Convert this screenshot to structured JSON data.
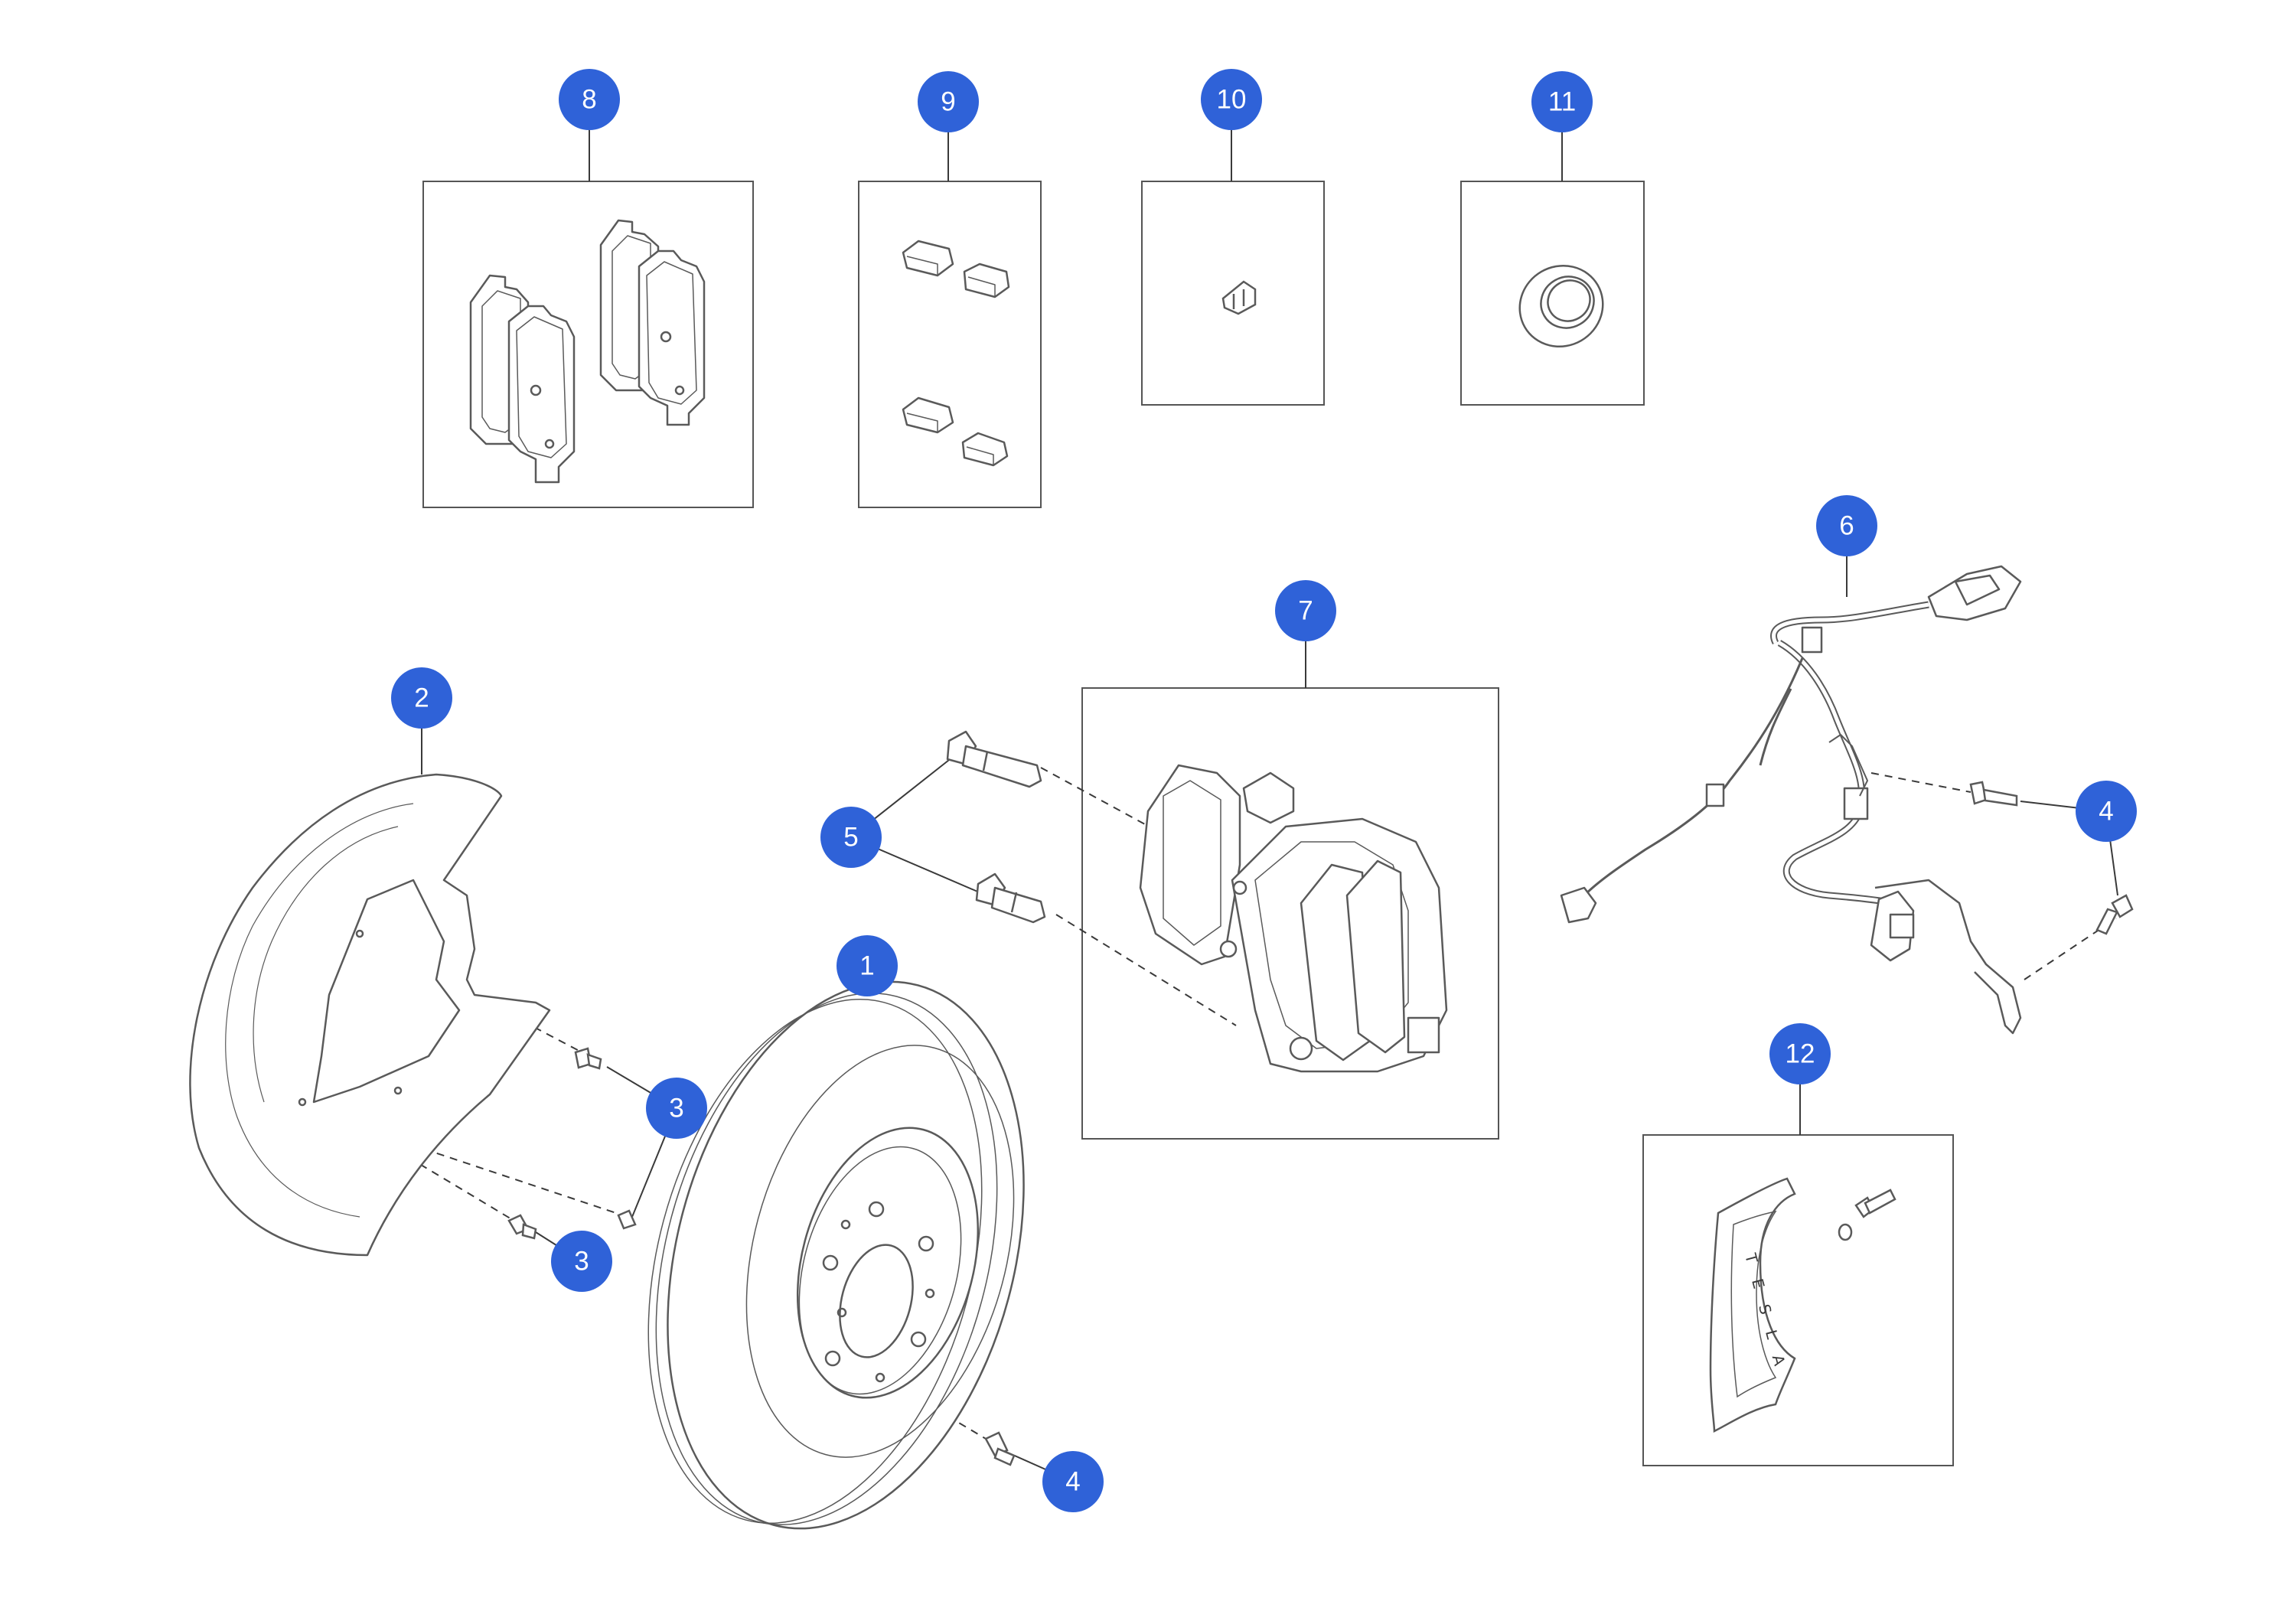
{
  "colors": {
    "callout_fill": "#2f62d8",
    "callout_text": "#ffffff",
    "line": "#3a3a3a",
    "part_stroke": "#5a5a5a",
    "box_stroke": "#555555"
  },
  "callouts": [
    {
      "id": "c8",
      "label": "8",
      "part": "brake-pad-set"
    },
    {
      "id": "c9",
      "label": "9",
      "part": "pad-clip-kit"
    },
    {
      "id": "c10",
      "label": "10",
      "part": "bleeder-screw"
    },
    {
      "id": "c11",
      "label": "11",
      "part": "seal"
    },
    {
      "id": "c6",
      "label": "6",
      "part": "wiring-harness"
    },
    {
      "id": "c7",
      "label": "7",
      "part": "brake-caliper"
    },
    {
      "id": "c2",
      "label": "2",
      "part": "dust-shield"
    },
    {
      "id": "c5",
      "label": "5",
      "part": "caliper-bolts"
    },
    {
      "id": "c4a",
      "label": "4",
      "part": "harness-bolts"
    },
    {
      "id": "c1",
      "label": "1",
      "part": "brake-rotor"
    },
    {
      "id": "c3a",
      "label": "3",
      "part": "shield-bolt-upper"
    },
    {
      "id": "c12",
      "label": "12",
      "part": "caliper-cover"
    },
    {
      "id": "c3b",
      "label": "3",
      "part": "shield-bolt-lower"
    },
    {
      "id": "c4b",
      "label": "4",
      "part": "rotor-screw"
    }
  ],
  "cover_lettering": "TESLA"
}
